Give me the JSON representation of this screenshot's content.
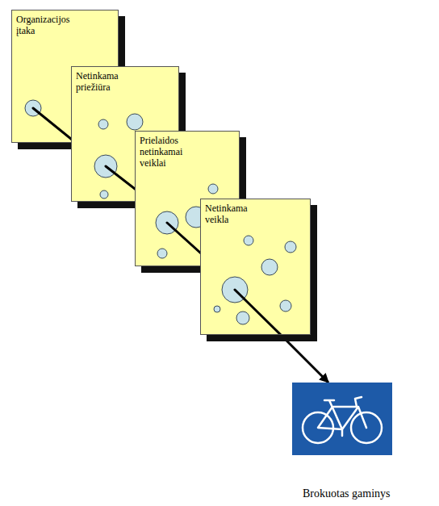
{
  "diagram": {
    "nodes": [
      {
        "text": [
          "Organizacijos įtaka"
        ]
      },
      {
        "text": [
          "Netinkama priežiūra"
        ]
      },
      {
        "text": [
          "Prielaidos netinkamai veiklai"
        ]
      },
      {
        "text": [
          "Netinkama veikla"
        ]
      },
      {
        "text": [
          "Brokuotas gaminys"
        ]
      }
    ],
    "edges": [
      {
        "from": 3,
        "to": 4,
        "arrow": "to"
      }
    ]
  }
}
